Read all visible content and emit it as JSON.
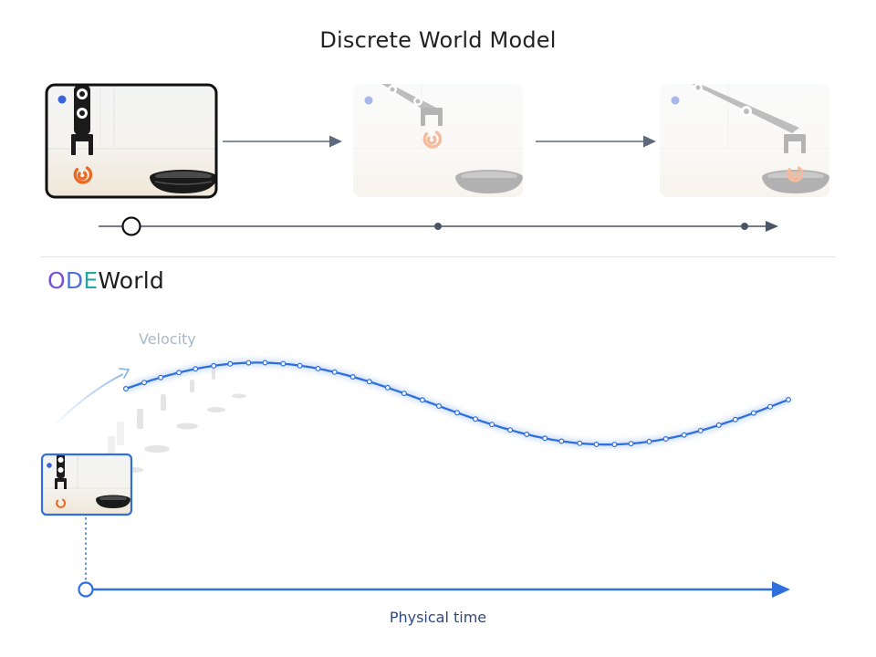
{
  "top": {
    "title": "Discrete World Model"
  },
  "brand": {
    "part_o": "O",
    "part_d": "D",
    "part_e": "E",
    "part_rest": "World",
    "colors": {
      "o": "#7a4fd6",
      "d": "#4f73d9",
      "e": "#2aa6a1"
    }
  },
  "bottom": {
    "velocity_label": "Velocity",
    "time_label": "Physical time",
    "accent": "#2f6fde"
  },
  "icons": [
    "robot-arm-icon",
    "gripper-icon",
    "ring-object-icon",
    "bowl-icon",
    "arrow-right-icon"
  ]
}
